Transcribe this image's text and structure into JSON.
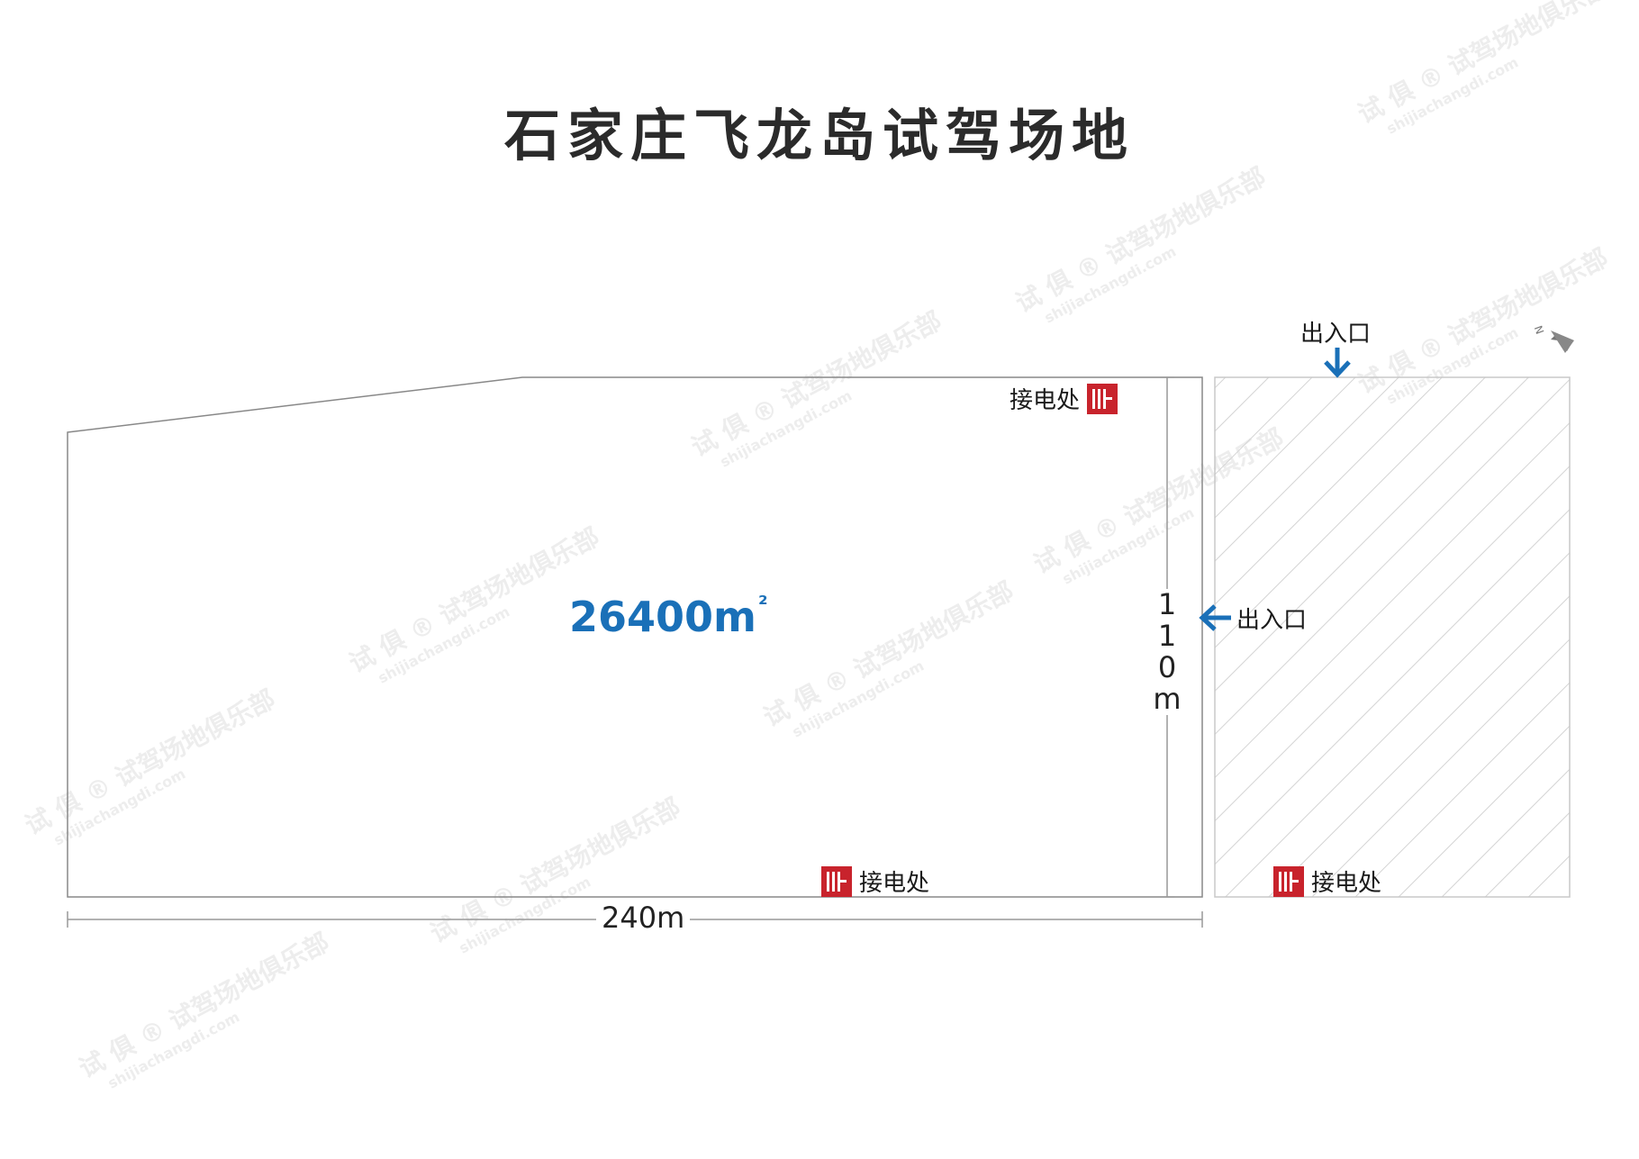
{
  "title": "石家庄飞龙岛试驾场地",
  "area_label": "26400m",
  "area_unit_sup": "²",
  "width_label": "240m",
  "height_label_chars": [
    "1",
    "1",
    "0",
    "m"
  ],
  "entrance_label": "出入口",
  "power_label": "接电处",
  "watermark": {
    "brand_cn": "试驾场地俱乐部",
    "brand_en": "shijiachangdi.com",
    "logo_chars": [
      "试",
      "俱"
    ],
    "registered": "®"
  },
  "colors": {
    "accent_blue": "#1a70b8",
    "power_red": "#c8232c",
    "outline": "#888888",
    "hatch": "#d4d4d4"
  },
  "compass_letter": "N",
  "icons": {
    "power": "power-outlet-icon",
    "arrow_down": "arrow-down-icon",
    "arrow_left": "arrow-left-icon",
    "compass": "north-arrow-icon"
  }
}
